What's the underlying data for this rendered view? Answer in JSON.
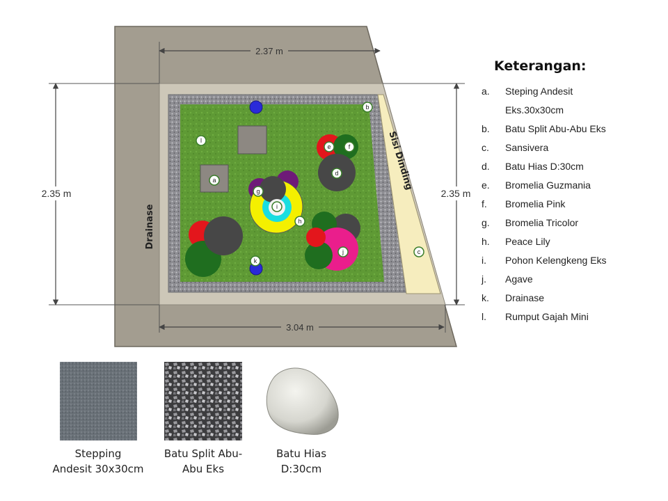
{
  "plan": {
    "dim_top": "2.37 m",
    "dim_bottom": "3.04 m",
    "dim_left": "2.35 m",
    "dim_right": "2.35 m",
    "label_drainase": "Drainase",
    "label_sisi_dinding": "Sisi Dinding",
    "markers": [
      "a",
      "b",
      "c",
      "d",
      "e",
      "f",
      "g",
      "h",
      "i",
      "j",
      "k",
      "l"
    ]
  },
  "legend": {
    "title": "Keterangan:",
    "items": [
      {
        "letter": "a.",
        "text": "Steping Andesit\nEks.30x30cm"
      },
      {
        "letter": "b.",
        "text": "Batu Split Abu-Abu Eks"
      },
      {
        "letter": "c.",
        "text": "Sansivera"
      },
      {
        "letter": "d.",
        "text": "Batu Hias D:30cm"
      },
      {
        "letter": "e.",
        "text": "Bromelia Guzmania"
      },
      {
        "letter": "f.",
        "text": "Bromelia Pink"
      },
      {
        "letter": "g.",
        "text": "Bromelia Tricolor"
      },
      {
        "letter": "h.",
        "text": "Peace Lily"
      },
      {
        "letter": "i.",
        "text": "Pohon Kelengkeng Eks"
      },
      {
        "letter": "j.",
        "text": "Agave"
      },
      {
        "letter": "k.",
        "text": "Drainase"
      },
      {
        "letter": "l.",
        "text": "Rumput Gajah Mini"
      }
    ]
  },
  "materials": [
    {
      "caption": "Stepping\nAndesit 30x30cm"
    },
    {
      "caption": "Batu Split Abu-\nAbu Eks"
    },
    {
      "caption": "Batu Hias\nD:30cm"
    }
  ],
  "colors": {
    "outer_paving": "#a39d90",
    "border_light": "#cdc7b8",
    "gravel": "#8f8f94",
    "grass": "#5f9a35",
    "wall_strip": "#f6edbe",
    "stone": "#474747",
    "red": "#e3161c",
    "green": "#1f6e1f",
    "purple": "#6e1a78",
    "yellow": "#f4f000",
    "cyan": "#19dde0",
    "magenta": "#ea1e8c",
    "blue": "#2a2ad9"
  }
}
